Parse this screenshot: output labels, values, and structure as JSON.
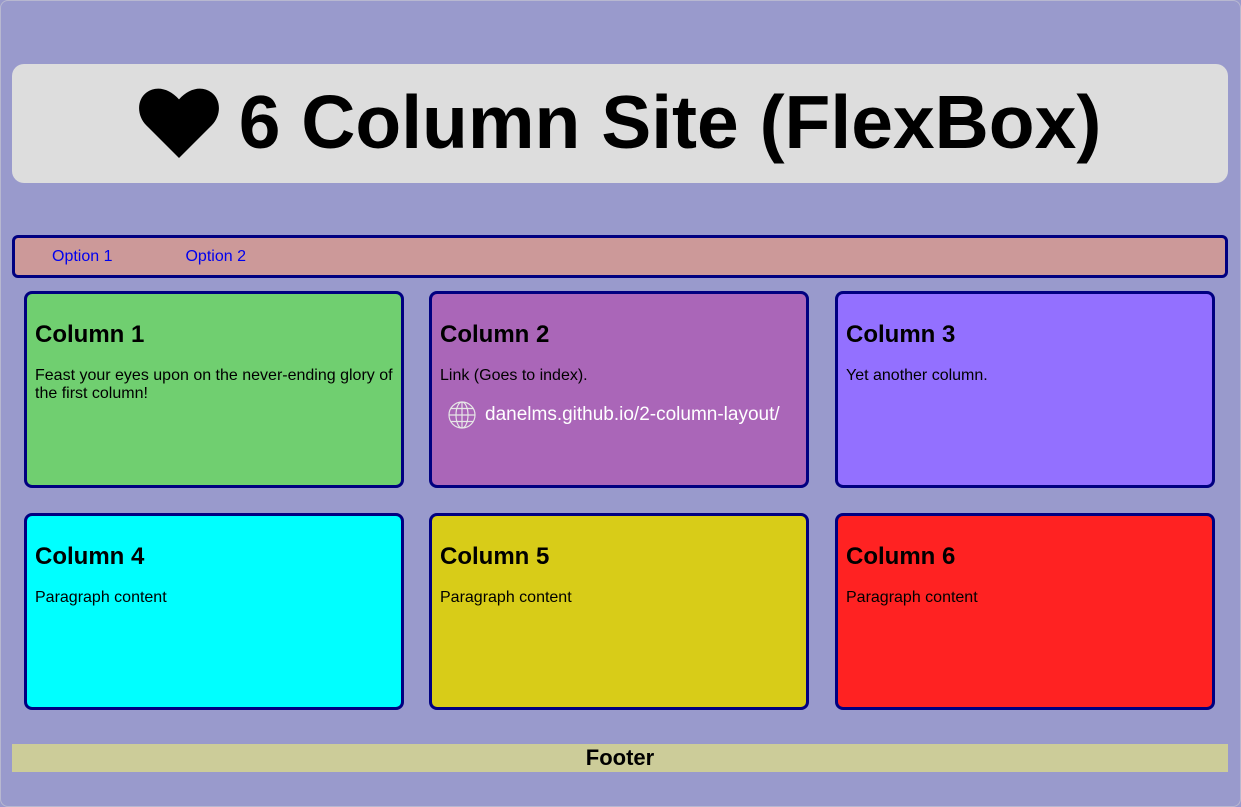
{
  "header": {
    "icon": "heart-icon",
    "title": "6 Column Site (FlexBox)"
  },
  "nav": {
    "items": [
      {
        "label": "Option 1"
      },
      {
        "label": "Option 2"
      }
    ]
  },
  "columns": [
    {
      "title": "Column 1",
      "text": "Feast your eyes upon on the never-ending glory of the first column!",
      "color": "#70cf70"
    },
    {
      "title": "Column 2",
      "text": "Link (Goes to index).",
      "link_icon": "globe-icon",
      "link_text": "danelms.github.io/2-column-layout/",
      "color": "#aa66b8"
    },
    {
      "title": "Column 3",
      "text": "Yet another column.",
      "color": "#9370ff"
    },
    {
      "title": "Column 4",
      "text": "Paragraph content",
      "color": "#00ffff"
    },
    {
      "title": "Column 5",
      "text": "Paragraph content",
      "color": "#d8cc18"
    },
    {
      "title": "Column 6",
      "text": "Paragraph content",
      "color": "#ff2222"
    }
  ],
  "footer": {
    "text": "Footer"
  },
  "colors": {
    "page_background": "#999acc",
    "header_background": "#dddddd",
    "nav_background": "#cc9999",
    "nav_border": "#000080",
    "link_color": "#0000ee",
    "footer_background": "#cccc99"
  }
}
